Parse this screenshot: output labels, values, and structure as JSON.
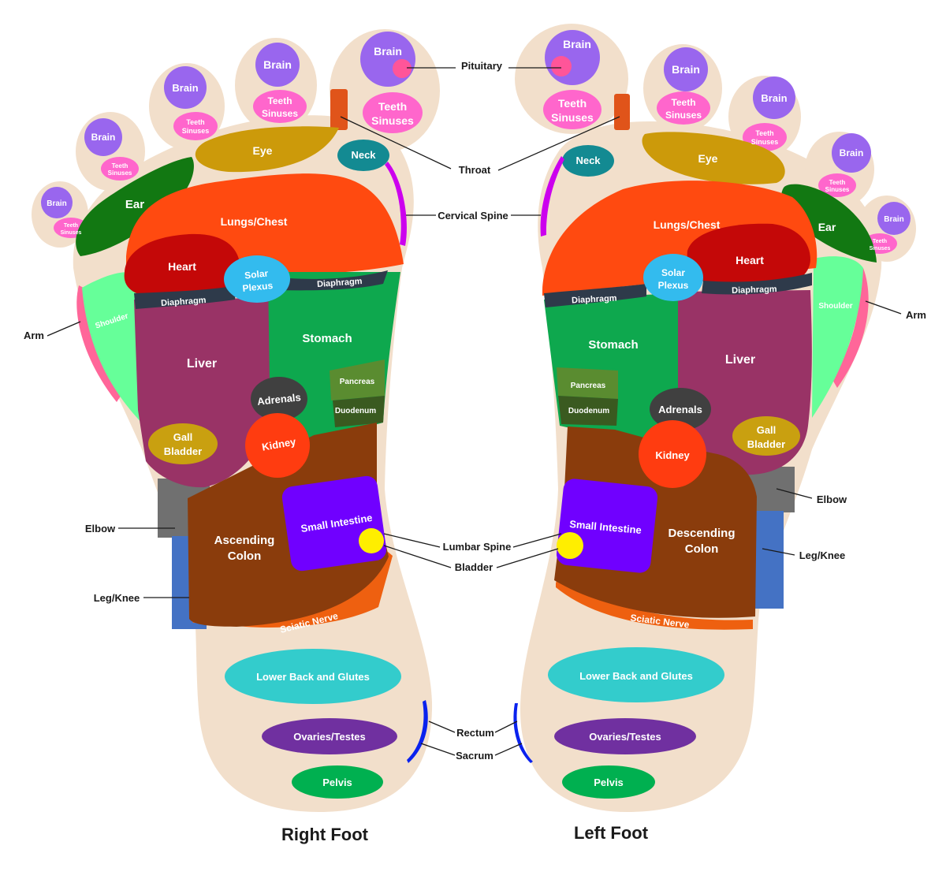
{
  "titles": {
    "right": "Right Foot",
    "left": "Left Foot"
  },
  "colors": {
    "skin": "#F2DFCB",
    "brain": "#9966EE",
    "teeth_sinuses": "#FF66CC",
    "pituitary": "#FF5599",
    "eye": "#CC9A0A",
    "ear": "#127812",
    "neck": "#138A92",
    "throat": "#E0541A",
    "cervical_spine": "#CC00EE",
    "lungs": "#FF4A10",
    "heart": "#C40808",
    "solar_plexus": "#33BBEE",
    "diaphragm": "#2E3A4A",
    "liver": "#993366",
    "stomach": "#0EA84E",
    "pancreas": "#5A8C30",
    "duodenum": "#3A5A20",
    "adrenals": "#404040",
    "kidney": "#FF3C10",
    "gall_bladder": "#C9A010",
    "colon": "#8A3C0C",
    "small_intestine": "#7000FF",
    "bladder": "#FFEE00",
    "sciatic": "#EE6010",
    "shoulder": "#66FF99",
    "arm": "#FF6699",
    "elbow": "#707070",
    "leg_knee": "#4472C4",
    "lower_back": "#33CCCC",
    "ovaries": "#7030A0",
    "pelvis": "#00B050",
    "rectum": "#0A22EE"
  },
  "zones": {
    "brain": "Brain",
    "teeth": "Teeth",
    "sinuses": "Sinuses",
    "eye": "Eye",
    "ear": "Ear",
    "neck": "Neck",
    "lungs": "Lungs/Chest",
    "heart": "Heart",
    "solar": "Solar",
    "plexus": "Plexus",
    "diaphragm": "Diaphragm",
    "liver": "Liver",
    "stomach": "Stomach",
    "pancreas": "Pancreas",
    "duodenum": "Duodenum",
    "adrenals": "Adrenals",
    "kidney": "Kidney",
    "gall": "Gall",
    "bladder_word": "Bladder",
    "ascending": "Ascending",
    "descending": "Descending",
    "colon": "Colon",
    "small_intestine": "Small Intestine",
    "sciatic": "Sciatic Nerve",
    "shoulder": "Shoulder",
    "lower_back": "Lower Back and Glutes",
    "ovaries": "Ovaries/Testes",
    "pelvis": "Pelvis"
  },
  "callouts": {
    "pituitary": "Pituitary",
    "throat": "Throat",
    "cervical_spine": "Cervical Spine",
    "arm": "Arm",
    "elbow": "Elbow",
    "leg_knee": "Leg/Knee",
    "lumbar_spine": "Lumbar Spine",
    "bladder": "Bladder",
    "rectum": "Rectum",
    "sacrum": "Sacrum"
  }
}
